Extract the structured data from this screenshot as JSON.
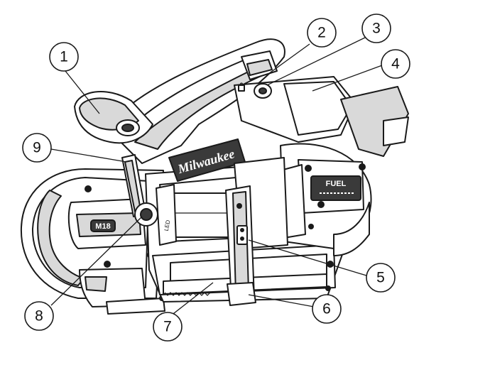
{
  "figure": {
    "brand_logo": "Milwaukee",
    "fuel_badge_text": "FUEL",
    "battery_label": "M18",
    "led_label": "LED",
    "lock_icon": "padlock-icon"
  },
  "callouts": [
    {
      "id": "callout-1",
      "label": "1"
    },
    {
      "id": "callout-2",
      "label": "2"
    },
    {
      "id": "callout-3",
      "label": "3"
    },
    {
      "id": "callout-4",
      "label": "4"
    },
    {
      "id": "callout-5",
      "label": "5"
    },
    {
      "id": "callout-6",
      "label": "6"
    },
    {
      "id": "callout-7",
      "label": "7"
    },
    {
      "id": "callout-8",
      "label": "8"
    },
    {
      "id": "callout-9",
      "label": "9"
    }
  ]
}
